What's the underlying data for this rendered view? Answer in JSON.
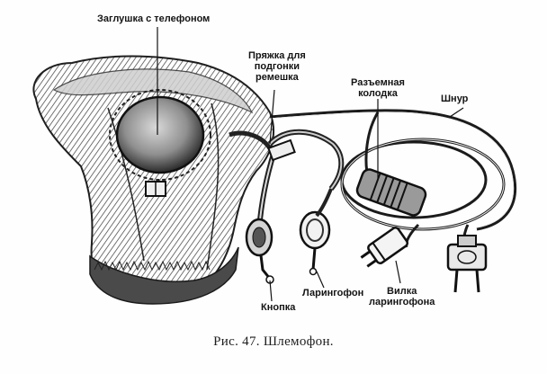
{
  "labels": {
    "telephone_plug": "Заглушка с телефоном",
    "buckle_line1": "Пряжка для",
    "buckle_line2": "подгонки",
    "buckle_line3": "ремешка",
    "connector_line1": "Разъемная",
    "connector_line2": "колодка",
    "cord": "Шнур",
    "button": "Кнопка",
    "laryngophone": "Ларингофон",
    "plug_line1": "Вилка",
    "plug_line2": "ларингофона"
  },
  "caption": "Рис. 47. Шлемофон."
}
